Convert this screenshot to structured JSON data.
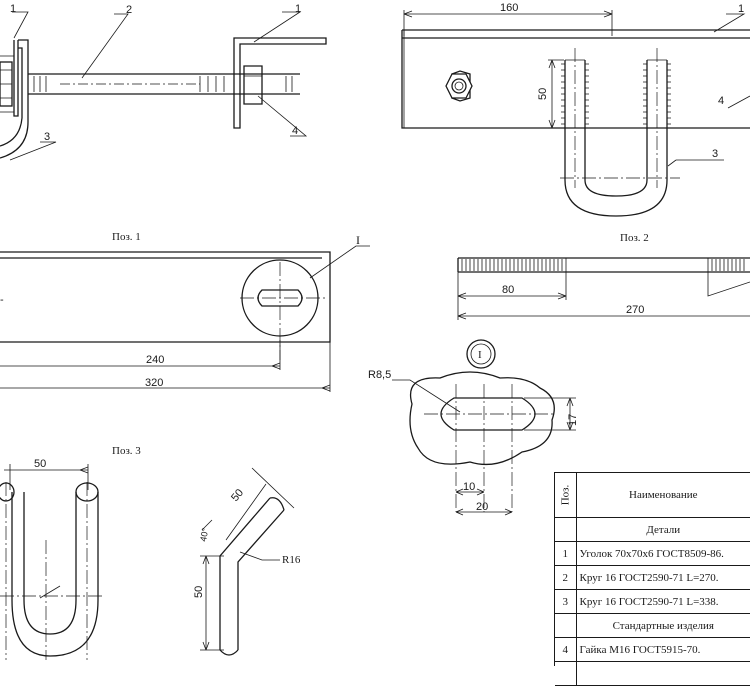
{
  "view1": {
    "leaders": [
      "1",
      "2",
      "1",
      "3",
      "4"
    ],
    "caption": "Поз. 1"
  },
  "view2": {
    "dims": {
      "length": "160",
      "height": "50"
    },
    "leaders": [
      "1",
      "4",
      "3"
    ],
    "caption": "Поз. 2",
    "rod_dims": [
      "80",
      "270"
    ]
  },
  "plate": {
    "leader": "I",
    "dims": [
      "240",
      "320"
    ]
  },
  "detail_I": {
    "marker": "I",
    "radius_label": "R8,5",
    "dims": [
      "17",
      "10",
      "20"
    ]
  },
  "view3": {
    "caption": "Поз. 3",
    "width_dim": "50",
    "side_dims": [
      "50",
      "40°",
      "50"
    ],
    "radius_label": "R16"
  },
  "spec_table": {
    "header_pos": "Поз.",
    "header_name": "Наименование",
    "rows": [
      {
        "pos": "",
        "name": "Детали",
        "section": true
      },
      {
        "pos": "1",
        "name": "Уголок 70х70х6 ГОСТ8509-86.",
        "section": false
      },
      {
        "pos": "2",
        "name": "Круг 16 ГОСТ2590-71 L=270.",
        "section": false
      },
      {
        "pos": "3",
        "name": "Круг 16 ГОСТ2590-71 L=338.",
        "section": false
      },
      {
        "pos": "",
        "name": "Стандартные изделия",
        "section": true
      },
      {
        "pos": "4",
        "name": "Гайка М16 ГОСТ5915-70.",
        "section": false
      },
      {
        "pos": "",
        "name": "",
        "section": false
      }
    ]
  }
}
